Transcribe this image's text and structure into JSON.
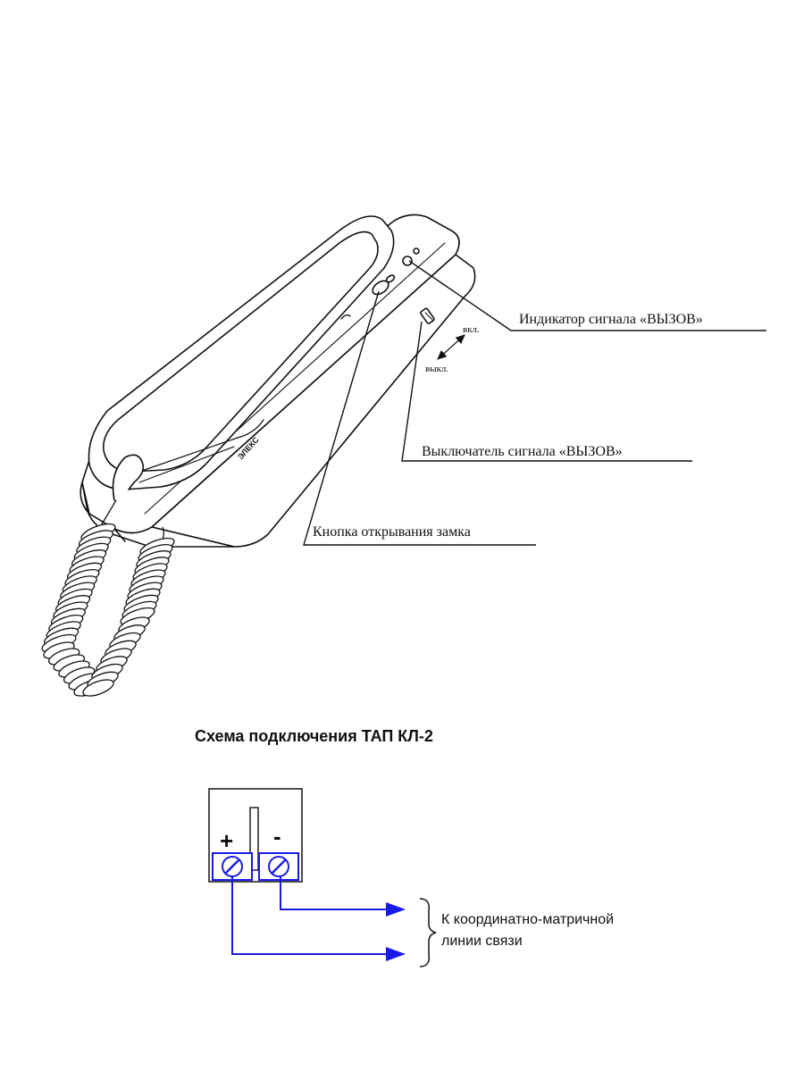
{
  "callouts": {
    "indicator": "Индикатор сигнала  «ВЫЗОВ»",
    "switch": "Выключатель сигнала «ВЫЗОВ»",
    "lock_button": "Кнопка открывания замка",
    "on": "вкл.",
    "off": "выкл."
  },
  "device_brand": "ЭЛЕКС",
  "schematic": {
    "title": "Схема подключения ТАП КЛ-2",
    "plus": "+",
    "minus": "-",
    "note_line1": "К координатно-матричной",
    "note_line2": "линии связи",
    "wire_color": "#1a1ae6"
  }
}
